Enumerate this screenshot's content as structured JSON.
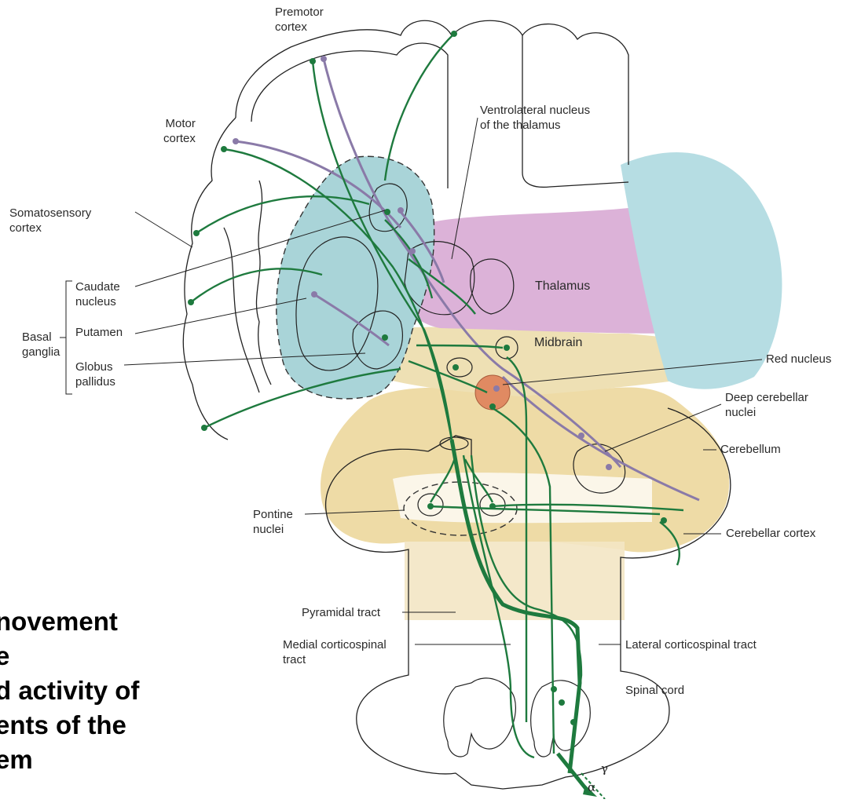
{
  "labels": {
    "premotor_cortex": [
      "Premotor",
      "cortex"
    ],
    "motor_cortex": [
      "Motor",
      "cortex"
    ],
    "somatosensory_cortex": [
      "Somatosensory",
      "cortex"
    ],
    "caudate_nucleus": [
      "Caudate",
      "nucleus"
    ],
    "putamen": "Putamen",
    "globus_pallidus": [
      "Globus",
      "pallidus"
    ],
    "basal_ganglia": [
      "Basal",
      "ganglia"
    ],
    "ventrolateral_nucleus": [
      "Ventrolateral nucleus",
      "of the thalamus"
    ],
    "thalamus": "Thalamus",
    "midbrain": "Midbrain",
    "red_nucleus": "Red nucleus",
    "deep_cerebellar_nuclei": [
      "Deep cerebellar",
      "nuclei"
    ],
    "cerebellum": "Cerebellum",
    "pontine_nuclei": [
      "Pontine",
      "nuclei"
    ],
    "cerebellar_cortex": "Cerebellar cortex",
    "pyramidal_tract": "Pyramidal tract",
    "medial_corticospinal_tract": [
      "Medial corticospinal",
      "tract"
    ],
    "lateral_corticospinal_tract": "Lateral corticospinal tract",
    "spinal_cord": "Spinal cord",
    "alpha": "α",
    "gamma": "γ"
  },
  "caption": [
    "novement",
    "e",
    "d activity of",
    "ents of the",
    "em"
  ],
  "colors": {
    "pathway_green": "#1e7a3e",
    "pathway_purple": "#8a7aa8",
    "basal_ganglia_fill": "#a9d4d8",
    "thalamus_fill": "#dcb2d8",
    "midbrain_fill": "#eee0b4",
    "cerebellum_fill": "#eedba6",
    "cortex_blue_fill": "#b6dde3",
    "red_nucleus_fill": "#e08a62",
    "outline": "#222222"
  }
}
